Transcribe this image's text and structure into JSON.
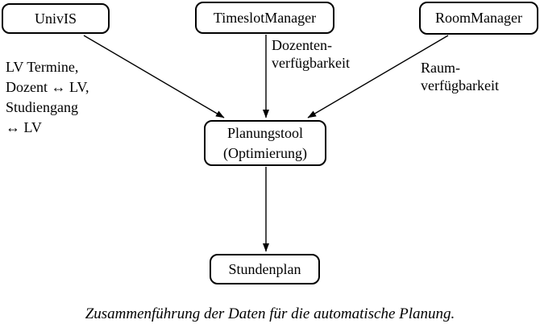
{
  "diagram": {
    "nodes": {
      "univis": {
        "label": "UnivIS"
      },
      "timeslot_manager": {
        "label": "TimeslotManager"
      },
      "room_manager": {
        "label": "RoomManager"
      },
      "planungstool": {
        "line1": "Planungstool",
        "line2": "(Optimierung)"
      },
      "stundenplan": {
        "label": "Stundenplan"
      }
    },
    "edge_labels": {
      "univis_to_planungstool": {
        "lines": [
          "LV Termine,",
          "Dozent ↔ LV,",
          "Studiengang",
          "↔ LV"
        ]
      },
      "timeslot_to_planungstool": {
        "lines": [
          "Dozenten-",
          "verfügbarkeit"
        ]
      },
      "room_to_planungstool": {
        "lines": [
          "Raum-",
          "verfügbarkeit"
        ]
      }
    },
    "edges": [
      "UnivIS → Planungstool",
      "TimeslotManager → Planungstool",
      "RoomManager → Planungstool",
      "Planungstool → Stundenplan"
    ],
    "caption": "Zusammenführung der Daten für die automatische Planung."
  },
  "colors": {
    "line": "#000000",
    "background": "#ffffff",
    "text": "#000000"
  }
}
